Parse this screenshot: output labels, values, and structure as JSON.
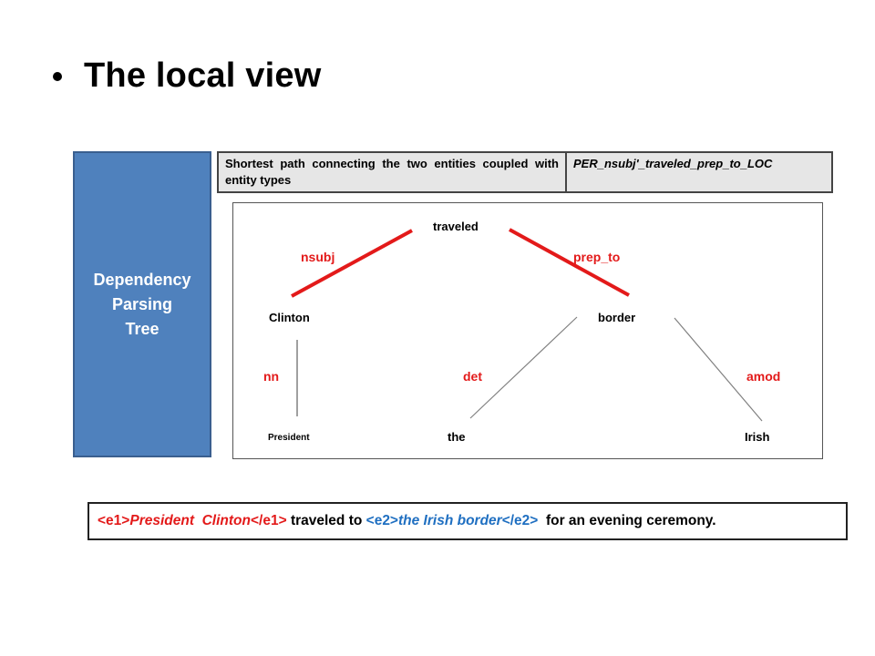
{
  "slide": {
    "title": "The local view"
  },
  "side_label": {
    "lines": [
      "Dependency",
      "Parsing",
      "Tree"
    ]
  },
  "path_table": {
    "description": "Shortest path connecting the two entities coupled with entity types",
    "value": "PER_nsubj'_traveled_prep_to_LOC"
  },
  "tree": {
    "nodes": {
      "root": "traveled",
      "left": "Clinton",
      "right": "border",
      "ll": "President",
      "rl": "the",
      "rr": "Irish"
    },
    "edges": {
      "nsubj": "nsubj",
      "prep_to": "prep_to",
      "nn": "nn",
      "det": "det",
      "amod": "amod"
    },
    "colors": {
      "path_edge": "#e31a1a",
      "edge": "#808080",
      "label": "#e31a1a"
    }
  },
  "sentence": {
    "e1_open": "<e1>",
    "e1_text": "President  Clinton",
    "e1_close": "</e1>",
    "middle": " traveled to ",
    "e2_open": "<e2>",
    "e2_text": "the Irish border",
    "e2_close": "</e2>",
    "tail": "  for an evening ceremony."
  }
}
